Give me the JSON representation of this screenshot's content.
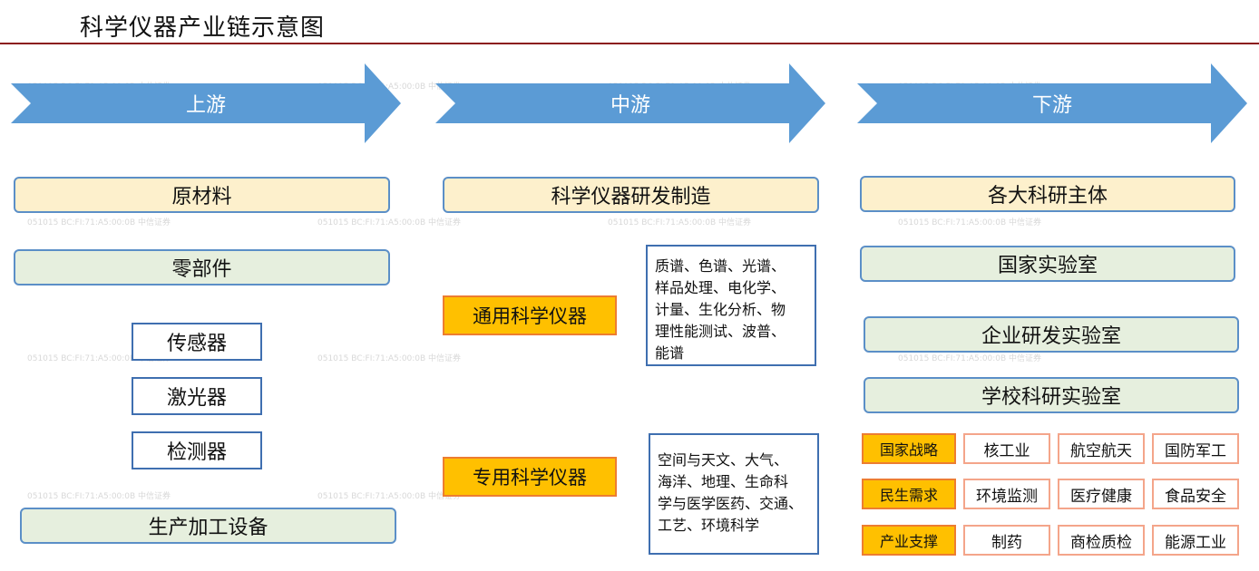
{
  "title": "科学仪器产业链示意图",
  "stages": [
    "上游",
    "中游",
    "下游"
  ],
  "upstream": {
    "materials": "原材料",
    "parts": "零部件",
    "components": [
      "传感器",
      "激光器",
      "检测器"
    ],
    "equipment": "生产加工设备"
  },
  "midstream": {
    "rd": "科学仪器研发制造",
    "general": {
      "label": "通用科学仪器",
      "desc_lines": [
        "质谱、色谱、光谱、",
        "样品处理、电化学、",
        "计量、生化分析、物",
        "理性能测试、波普、",
        "能谱"
      ]
    },
    "special": {
      "label": "专用科学仪器",
      "desc_lines": [
        "空间与天文、大气、",
        "海洋、地理、生命科",
        "学与医学医药、交通、",
        "工艺、环境科学"
      ]
    }
  },
  "downstream": {
    "main": "各大科研主体",
    "labs": [
      "国家实验室",
      "企业研发实验室",
      "学校科研实验室"
    ],
    "rows": [
      {
        "category": "国家战略",
        "items": [
          "核工业",
          "航空航天",
          "国防军工"
        ]
      },
      {
        "category": "民生需求",
        "items": [
          "环境监测",
          "医疗健康",
          "食品安全"
        ]
      },
      {
        "category": "产业支撑",
        "items": [
          "制药",
          "商检质检",
          "能源工业"
        ]
      }
    ]
  },
  "watermark": "051015  BC:FI:71:A5:00:0B  中信证券",
  "colors": {
    "arrow": "#5b9bd5",
    "title_rule": "#8b1a1a",
    "yellow_fill": "#fdf0cc",
    "green_fill": "#e6efde",
    "orange_fill": "#ffc000",
    "orange_border": "#ed7d31"
  }
}
